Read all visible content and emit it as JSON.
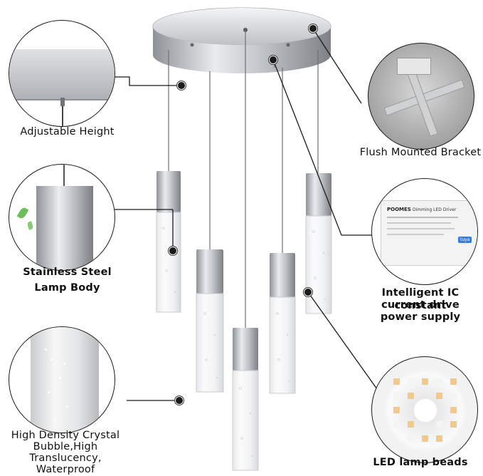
{
  "features": {
    "adjustable_height": "Adjustable Height",
    "flush_bracket": "Flush Mounted Bracket",
    "stainless_line1": "Stainless Steel",
    "stainless_line2": "Lamp Body",
    "ic_line1": "Intelligent IC constant",
    "ic_line2": "current drive",
    "ic_line3": "power supply",
    "crystal_line1": "High Density Crystal",
    "crystal_line2": "Bubble,High",
    "crystal_line3": "Translucency,",
    "crystal_line4": "Waterproof",
    "led_beads": "LED lamp beads"
  },
  "driver_label": {
    "brand": "POOMES",
    "title": "Dimming LED Driver",
    "tag": "tuya"
  },
  "colors": {
    "chrome": "#c9ccd0",
    "line": "#1a1a1a",
    "led_warm": "#f2c98a"
  }
}
